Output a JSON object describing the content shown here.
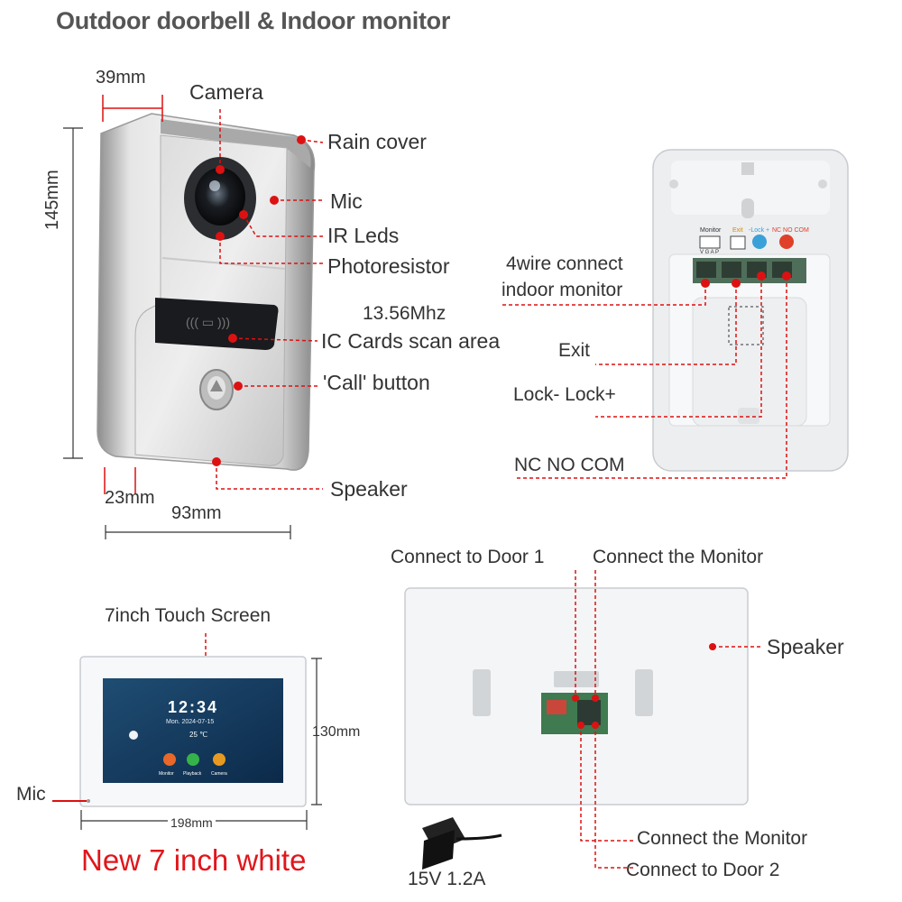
{
  "title": "Outdoor doorbell & Indoor monitor",
  "doorbell": {
    "labels": {
      "camera": "Camera",
      "rain_cover": "Rain cover",
      "mic": "Mic",
      "ir_leds": "IR Leds",
      "photoresistor": "Photoresistor",
      "freq": "13.56Mhz",
      "ic_cards": "IC Cards scan area",
      "call_button": "'Call' button",
      "speaker": "Speaker"
    },
    "dims": {
      "top_width": "39mm",
      "height": "145mm",
      "bottom_offset": "23mm",
      "width": "93mm"
    }
  },
  "doorbell_back": {
    "labels": {
      "four_wire": "4wire connect",
      "indoor_monitor": "indoor monitor",
      "exit": "Exit",
      "lock": "Lock-  Lock+",
      "nc_no_com": "NC NO COM"
    },
    "panel": {
      "monitor": "Monitor",
      "exit": "Exit",
      "lock": "-Lock +",
      "nc": "NC NO COM",
      "vgap": "V G A P"
    }
  },
  "monitor_front": {
    "caption": "7inch Touch Screen",
    "height": "130mm",
    "width": "198mm",
    "mic": "Mic",
    "product": "New 7 inch white",
    "screen": {
      "time": "12:34",
      "date": "Mon. 2024-07-15",
      "temp": "25 ℃",
      "apps": [
        "Monitor",
        "Playback",
        "Camera"
      ]
    }
  },
  "monitor_back": {
    "labels": {
      "door1": "Connect to Door 1",
      "monitor_top": "Connect the Monitor",
      "speaker": "Speaker",
      "monitor_bottom": "Connect the Monitor",
      "door2": "Connect to Door 2"
    },
    "adapter": "15V 1.2A"
  }
}
